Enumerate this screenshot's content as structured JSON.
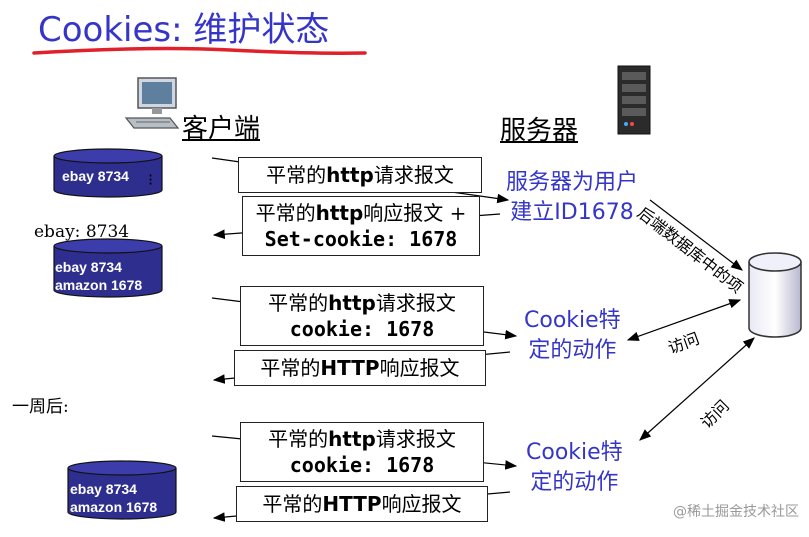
{
  "title": {
    "part1": "Cookies",
    "part2": ": 维护状态"
  },
  "client_label": "客户端",
  "server_label": "服务器",
  "backend_label": "后端数据库中的项",
  "cylinder1": {
    "line1": "ebay 8734"
  },
  "cylinder2": {
    "line1": "ebay 8734",
    "line2": "amazon 1678"
  },
  "cylinder3": {
    "line1": "ebay 8734",
    "line2": "amazon 1678"
  },
  "ebay_note": "ebay: 8734",
  "week_later": "一周后:",
  "msg1": {
    "pre": "平常的",
    "bold": "http",
    "post": "请求报文"
  },
  "msg2": {
    "line1_pre": "平常的",
    "line1_bold": "http",
    "line1_post": "响应报文 +",
    "line2": "Set-cookie: 1678"
  },
  "msg3": {
    "line1_pre": "平常的",
    "line1_bold": "http",
    "line1_post": "请求报文",
    "line2": "cookie: 1678"
  },
  "msg4": {
    "pre": "平常的",
    "bold": "HTTP",
    "post": "响应报文"
  },
  "msg5": {
    "line1_pre": "平常的",
    "line1_bold": "http",
    "line1_post": "请求报文",
    "line2": "cookie: 1678"
  },
  "msg6": {
    "pre": "平常的",
    "bold": "HTTP",
    "post": "响应报文"
  },
  "server_action1": {
    "line1": "服务器为用户",
    "line2": "建立ID1678"
  },
  "cookie_action1": {
    "line1": "Cookie特",
    "line2": "定的动作"
  },
  "cookie_action2": {
    "line1": "Cookie特",
    "line2": "定的动作"
  },
  "access1": "访问",
  "access2": "访问",
  "watermark": "@稀土掘金技术社区",
  "colors": {
    "accent": "#3535c8",
    "underline": "#e0202a",
    "cylinder": "#2e2e8f"
  }
}
